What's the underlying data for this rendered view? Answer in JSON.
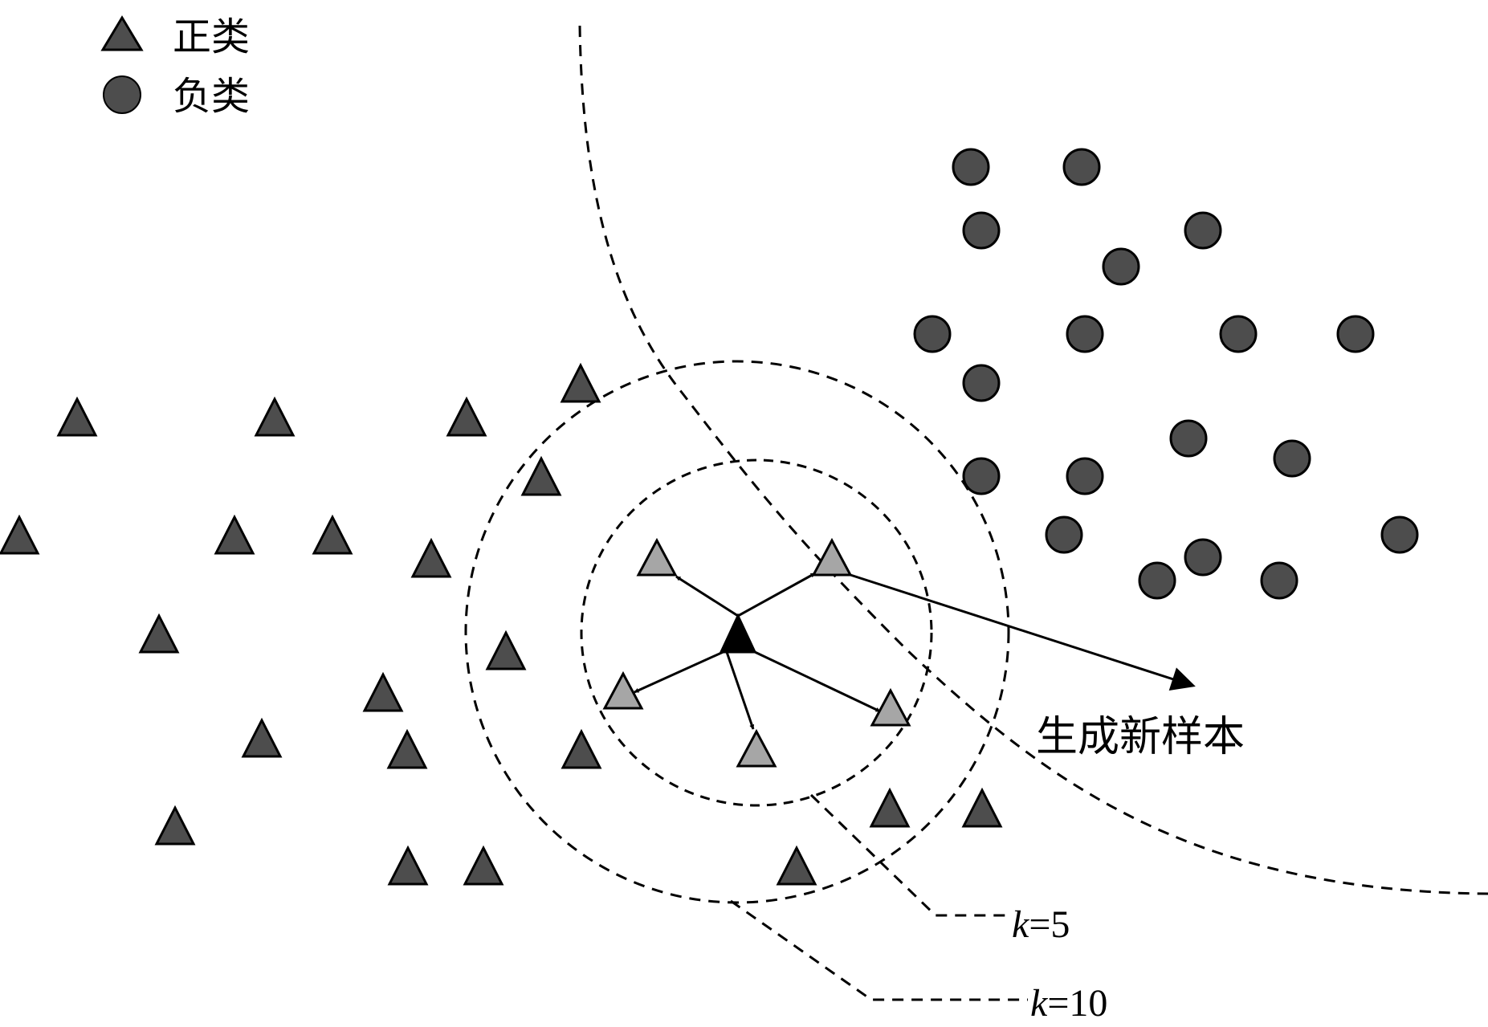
{
  "legend": {
    "positive_label": "正类",
    "negative_label": "负类"
  },
  "labels": {
    "generate_new_sample": "生成新样本",
    "k_small_var": "k",
    "k_small_eq": "=5",
    "k_large_var": "k",
    "k_large_eq": "=10"
  },
  "colors": {
    "background": "#ffffff",
    "positive_fill": "#4d4d4d",
    "negative_fill": "#4d4d4d",
    "neighbor_fill": "#a6a6a6",
    "center_fill": "#000000",
    "stroke": "#000000"
  },
  "icons": {
    "positive": "triangle-icon",
    "negative": "circle-icon"
  }
}
